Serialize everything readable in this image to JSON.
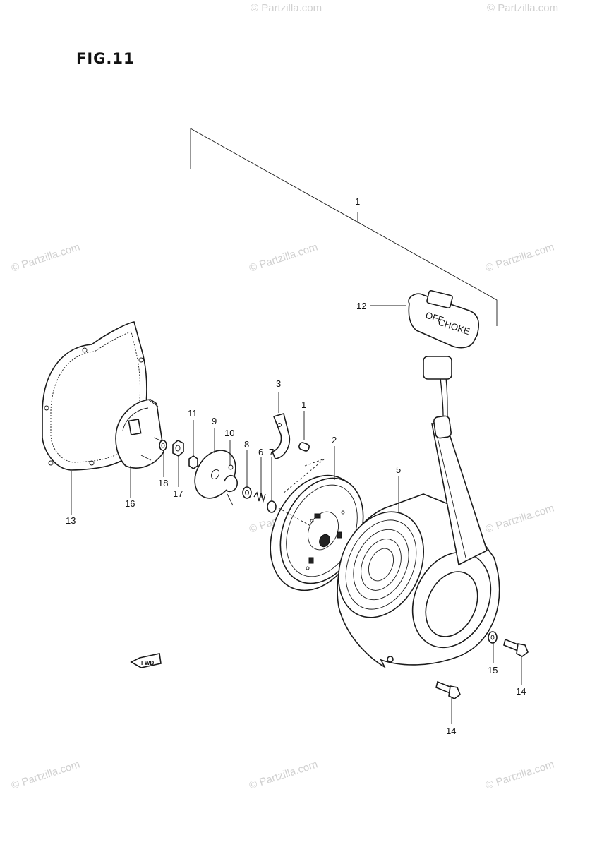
{
  "figure": {
    "title": "FIG.11"
  },
  "watermark": {
    "text": "© Partzilla.com"
  },
  "fwd_arrow": {
    "text": "FWD"
  },
  "handle_text": {
    "line1": "OFF",
    "line2": "CHOKE"
  },
  "callouts": {
    "c1": "1",
    "c2": "2",
    "c3": "3",
    "c5": "5",
    "c6": "6",
    "c7": "7",
    "c8": "8",
    "c9": "9",
    "c10": "10",
    "c11": "11",
    "c12": "12",
    "c13": "13",
    "c14a": "14",
    "c14b": "14",
    "c15": "15",
    "c16": "16",
    "c17": "17",
    "c18": "18"
  }
}
